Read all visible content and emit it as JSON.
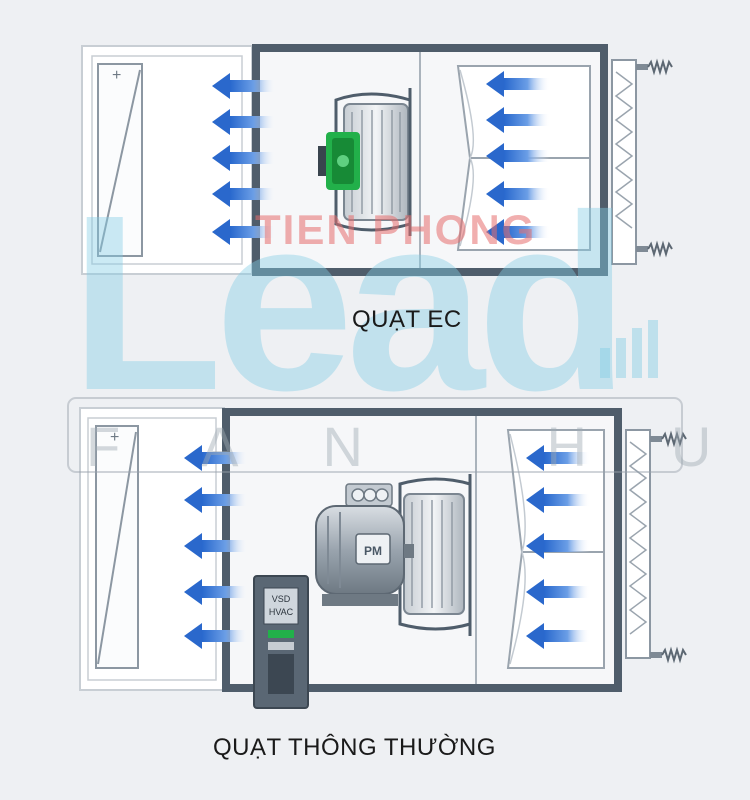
{
  "captions": {
    "ec_fan": "QUẠT EC",
    "standard_fan": "QUẠT THÔNG THƯỜNG"
  },
  "watermark": {
    "brand": "TIEN PHONG",
    "logo": "Lead",
    "subtitle": "FAN HUB"
  },
  "motor_labels": {
    "pm": "PM",
    "vsd": "VSD",
    "hvac": "HVAC"
  },
  "coil_symbol": "+",
  "colors": {
    "arrow_blue": "#2f6fd0",
    "frame_dark": "#4a5866",
    "panel_light": "#f4f6f8",
    "ec_motor_green": "#22b04a"
  }
}
